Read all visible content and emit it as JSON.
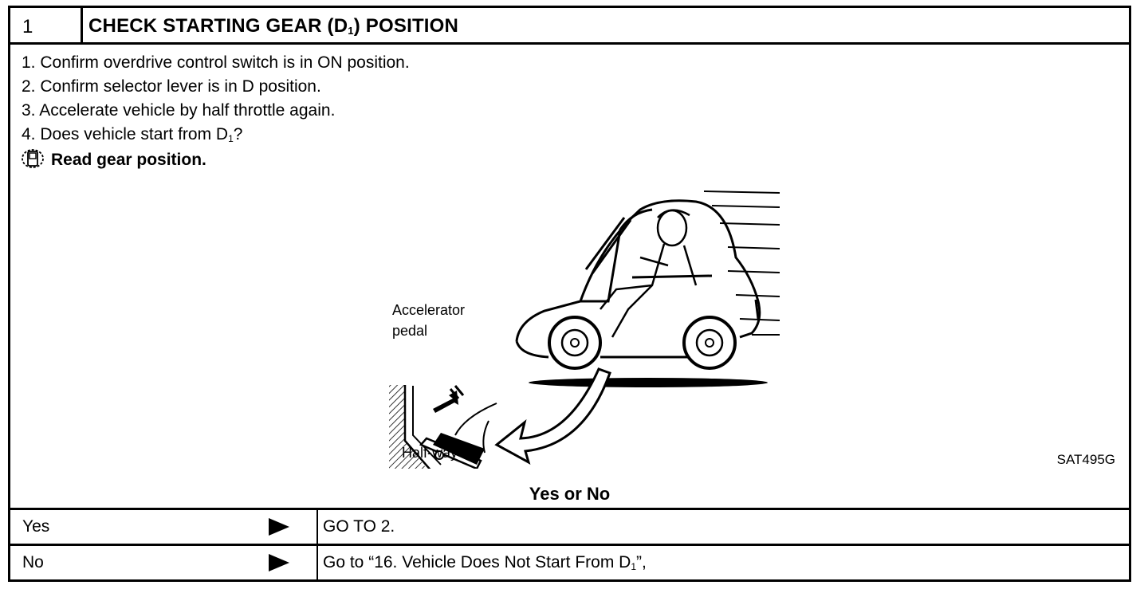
{
  "step": {
    "number": "1",
    "title_main": "CHECK STARTING GEAR (D",
    "title_sub": "1",
    "title_end": ") POSITION"
  },
  "instructions": [
    {
      "text": "1.  Confirm overdrive control switch is in ON position."
    },
    {
      "text": "2.  Confirm selector lever is in D position."
    },
    {
      "text": "3.  Accelerate vehicle by half throttle again."
    },
    {
      "text": "4.  Does vehicle start from D",
      "sub": "1",
      "end": "?"
    }
  ],
  "read_line": "Read gear position.",
  "icons": {
    "consult": "consult-monitor-icon",
    "arrow": "right-triangle-arrow-icon"
  },
  "illustration": {
    "caption_accelerator_1": "Accelerator",
    "caption_accelerator_2": "pedal",
    "caption_halfway": "Half-way",
    "code": "SAT495G"
  },
  "question": "Yes or No",
  "answers": [
    {
      "label": "Yes",
      "action": "GO TO 2."
    },
    {
      "label": "No",
      "action_main": "Go to “16. Vehicle Does Not Start From D",
      "action_sub": "1",
      "action_end": "”,"
    }
  ]
}
